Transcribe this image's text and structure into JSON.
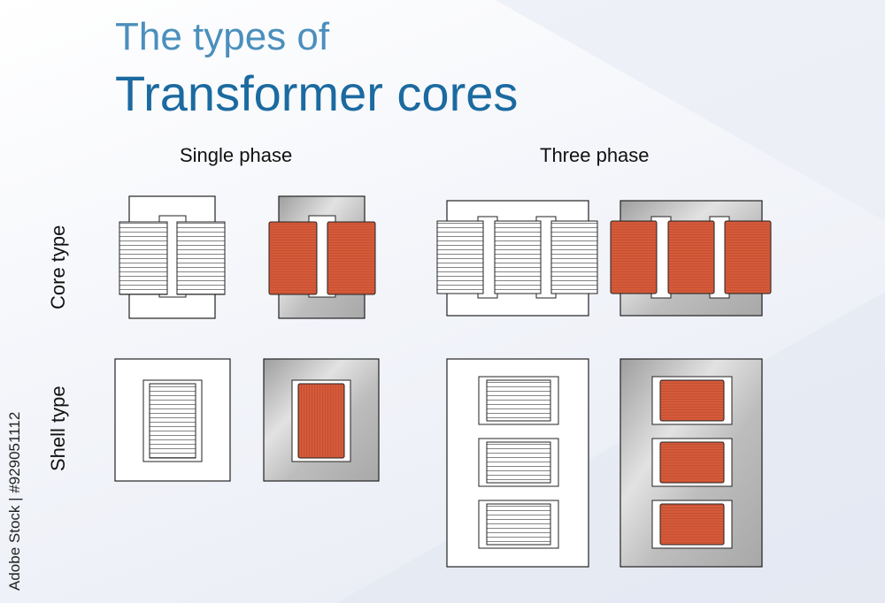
{
  "title_line1": "The types of",
  "title_line2": "Transformer cores",
  "columns": {
    "single": "Single phase",
    "three": "Three phase"
  },
  "rows": {
    "core": "Core type",
    "shell": "Shell type"
  },
  "stock_id": "Adobe Stock | #929051112",
  "colors": {
    "title_light": "#4b8fbd",
    "title_dark": "#1b6aa0",
    "copper": "#d65a3a",
    "copper_dark": "#b5452a",
    "steel": "#c4c4c4",
    "outline": "#222222"
  }
}
